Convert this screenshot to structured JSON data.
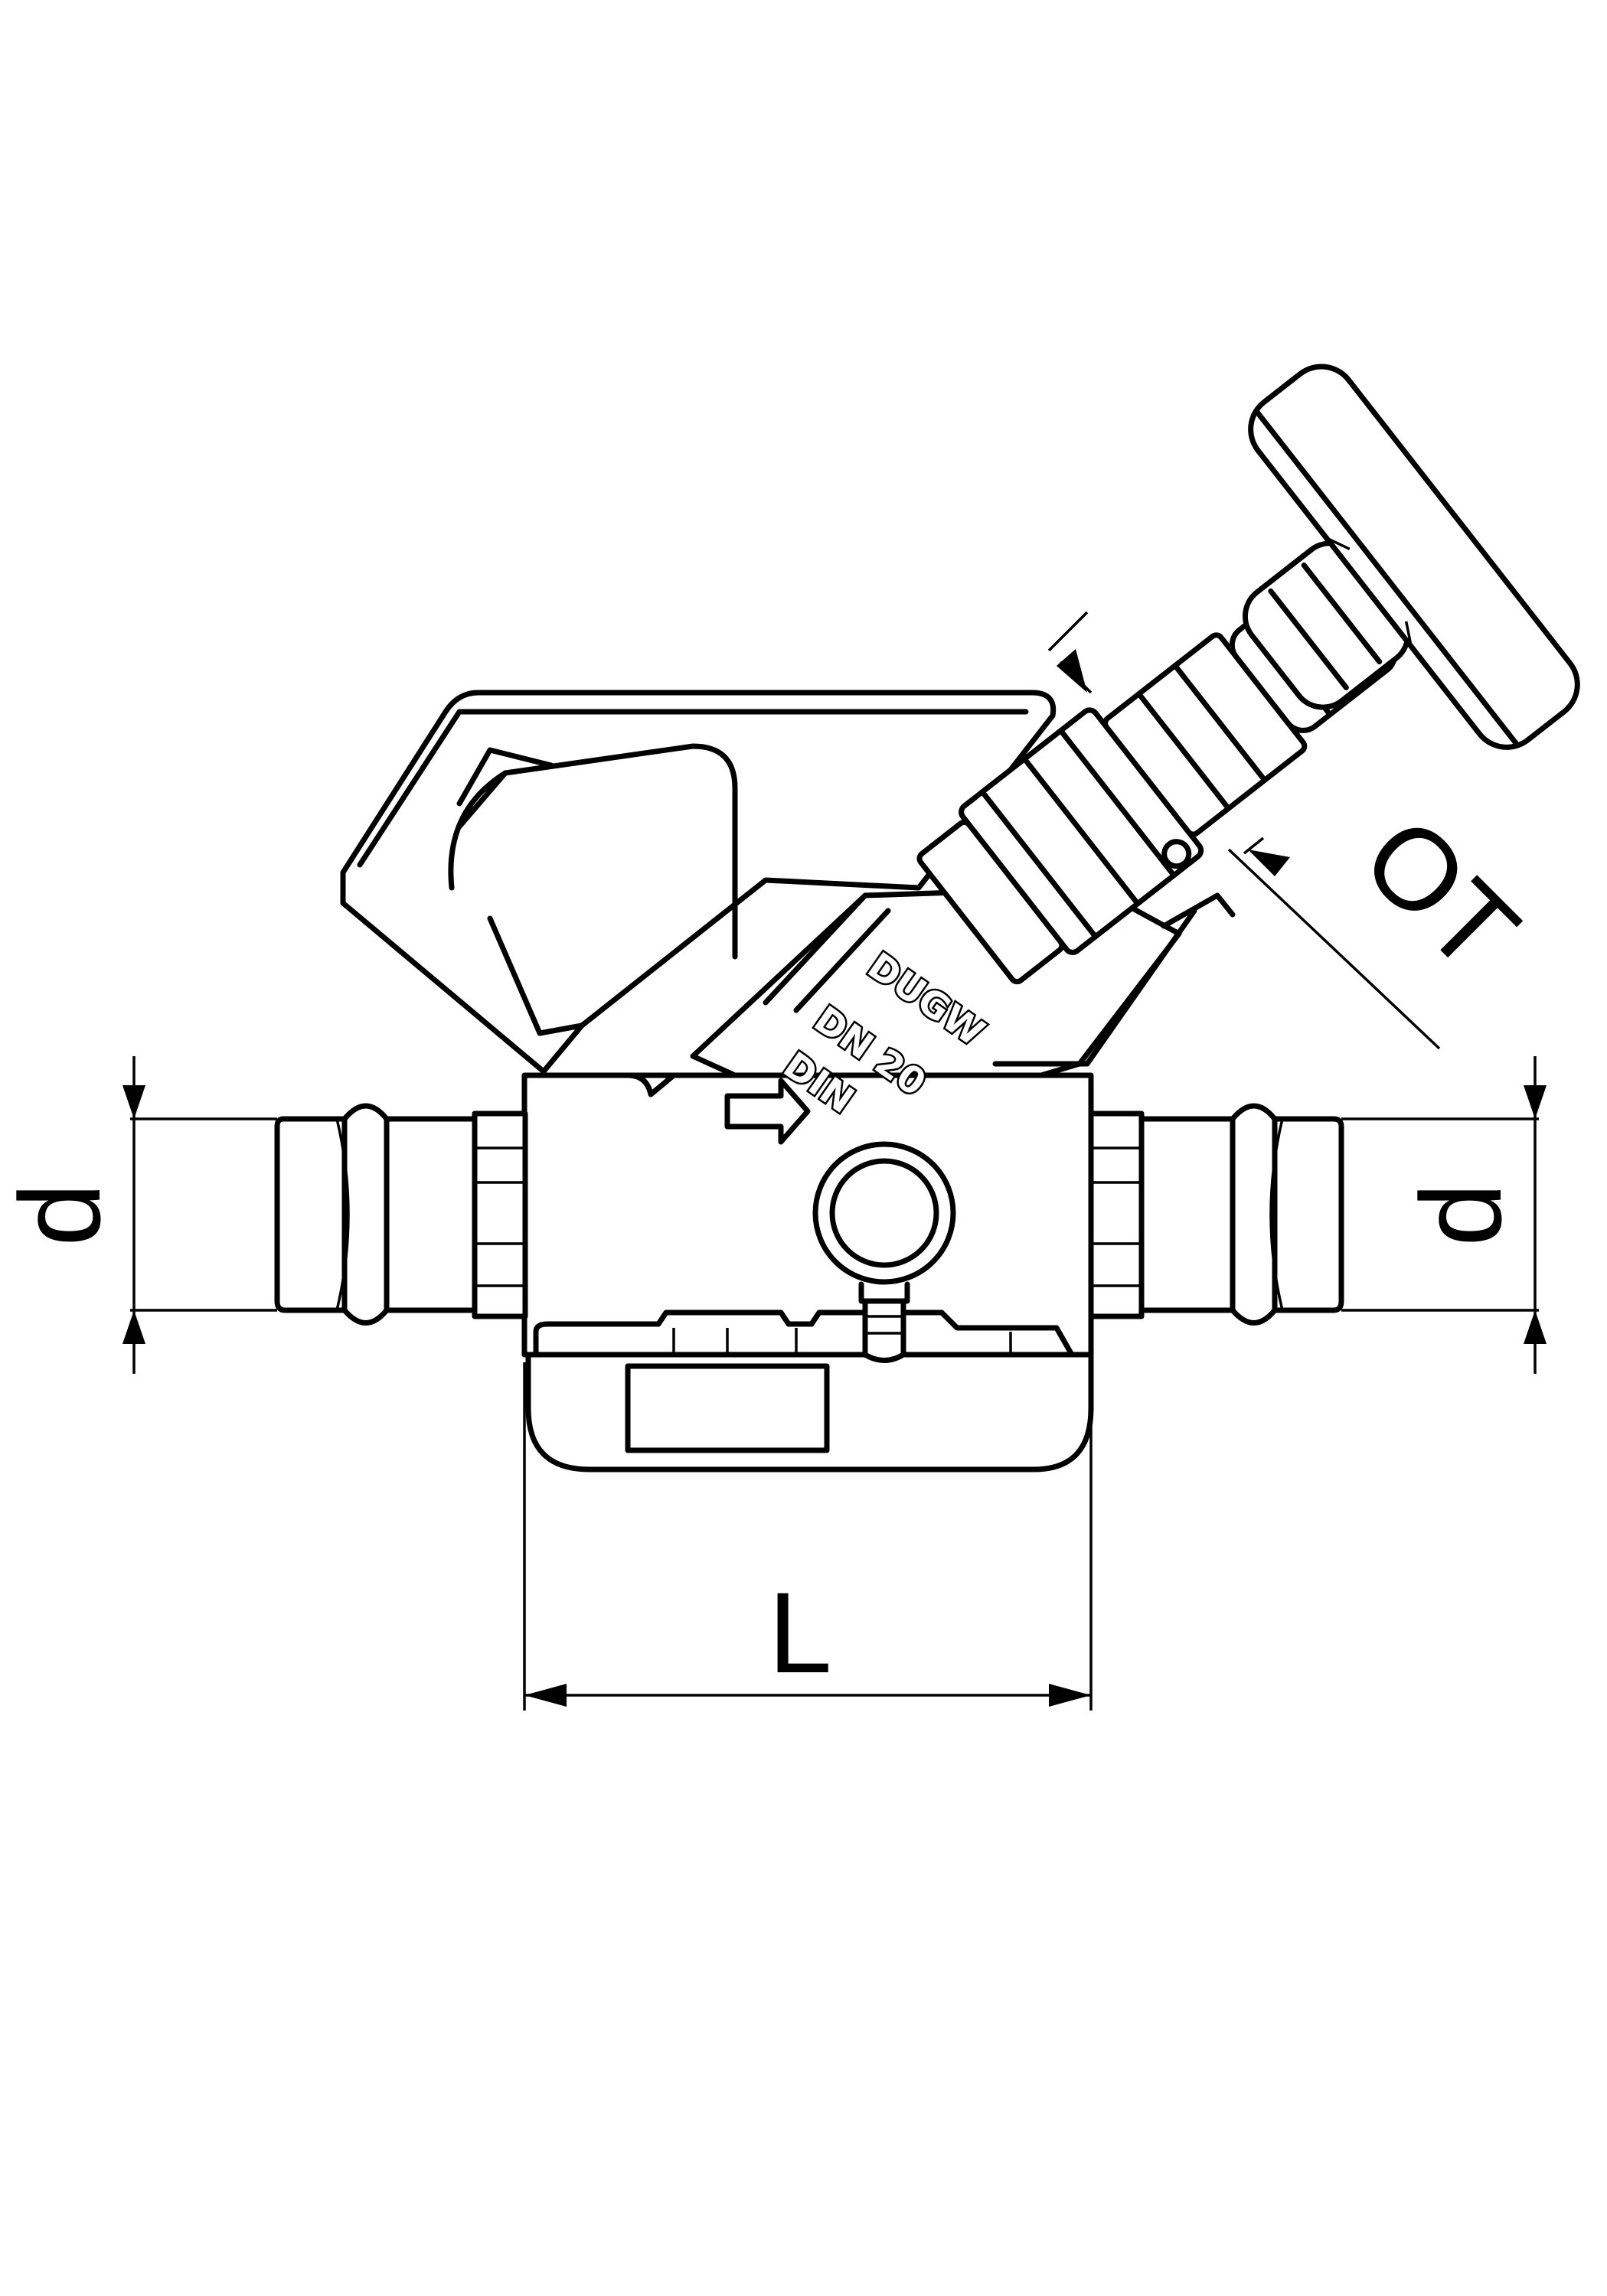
{
  "dimensions": {
    "left_pipe_diameter": "d",
    "right_pipe_diameter": "d",
    "length": "L",
    "handwheel_height": "OT"
  },
  "body_markings": {
    "line1": "DUGW",
    "line2": "DN 20",
    "line3": "DIN"
  }
}
